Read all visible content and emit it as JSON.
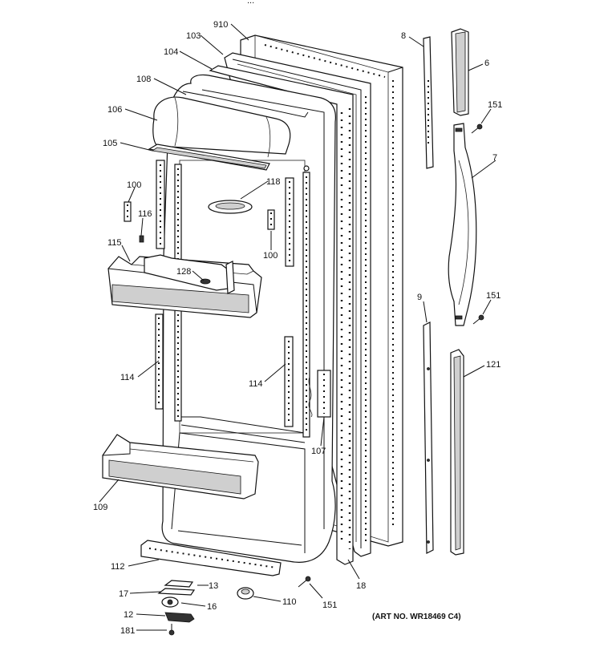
{
  "diagram": {
    "top_label": "...",
    "art_number": "(ART NO. WR18469 C4)"
  },
  "callouts": [
    {
      "id": "910",
      "text": "910"
    },
    {
      "id": "103",
      "text": "103"
    },
    {
      "id": "104",
      "text": "104"
    },
    {
      "id": "108",
      "text": "108"
    },
    {
      "id": "106",
      "text": "106"
    },
    {
      "id": "105",
      "text": "105"
    },
    {
      "id": "100a",
      "text": "100"
    },
    {
      "id": "116",
      "text": "116"
    },
    {
      "id": "118",
      "text": "118"
    },
    {
      "id": "100b",
      "text": "100"
    },
    {
      "id": "115",
      "text": "115"
    },
    {
      "id": "128",
      "text": "128"
    },
    {
      "id": "114a",
      "text": "114"
    },
    {
      "id": "114b",
      "text": "114"
    },
    {
      "id": "107",
      "text": "107"
    },
    {
      "id": "109",
      "text": "109"
    },
    {
      "id": "112",
      "text": "112"
    },
    {
      "id": "13",
      "text": "13"
    },
    {
      "id": "17",
      "text": "17"
    },
    {
      "id": "16",
      "text": "16"
    },
    {
      "id": "12",
      "text": "12"
    },
    {
      "id": "181",
      "text": "181"
    },
    {
      "id": "110",
      "text": "110"
    },
    {
      "id": "151c",
      "text": "151"
    },
    {
      "id": "18",
      "text": "18"
    },
    {
      "id": "8",
      "text": "8"
    },
    {
      "id": "6",
      "text": "6"
    },
    {
      "id": "151a",
      "text": "151"
    },
    {
      "id": "7",
      "text": "7"
    },
    {
      "id": "151b",
      "text": "151"
    },
    {
      "id": "9",
      "text": "9"
    },
    {
      "id": "121",
      "text": "121"
    }
  ]
}
